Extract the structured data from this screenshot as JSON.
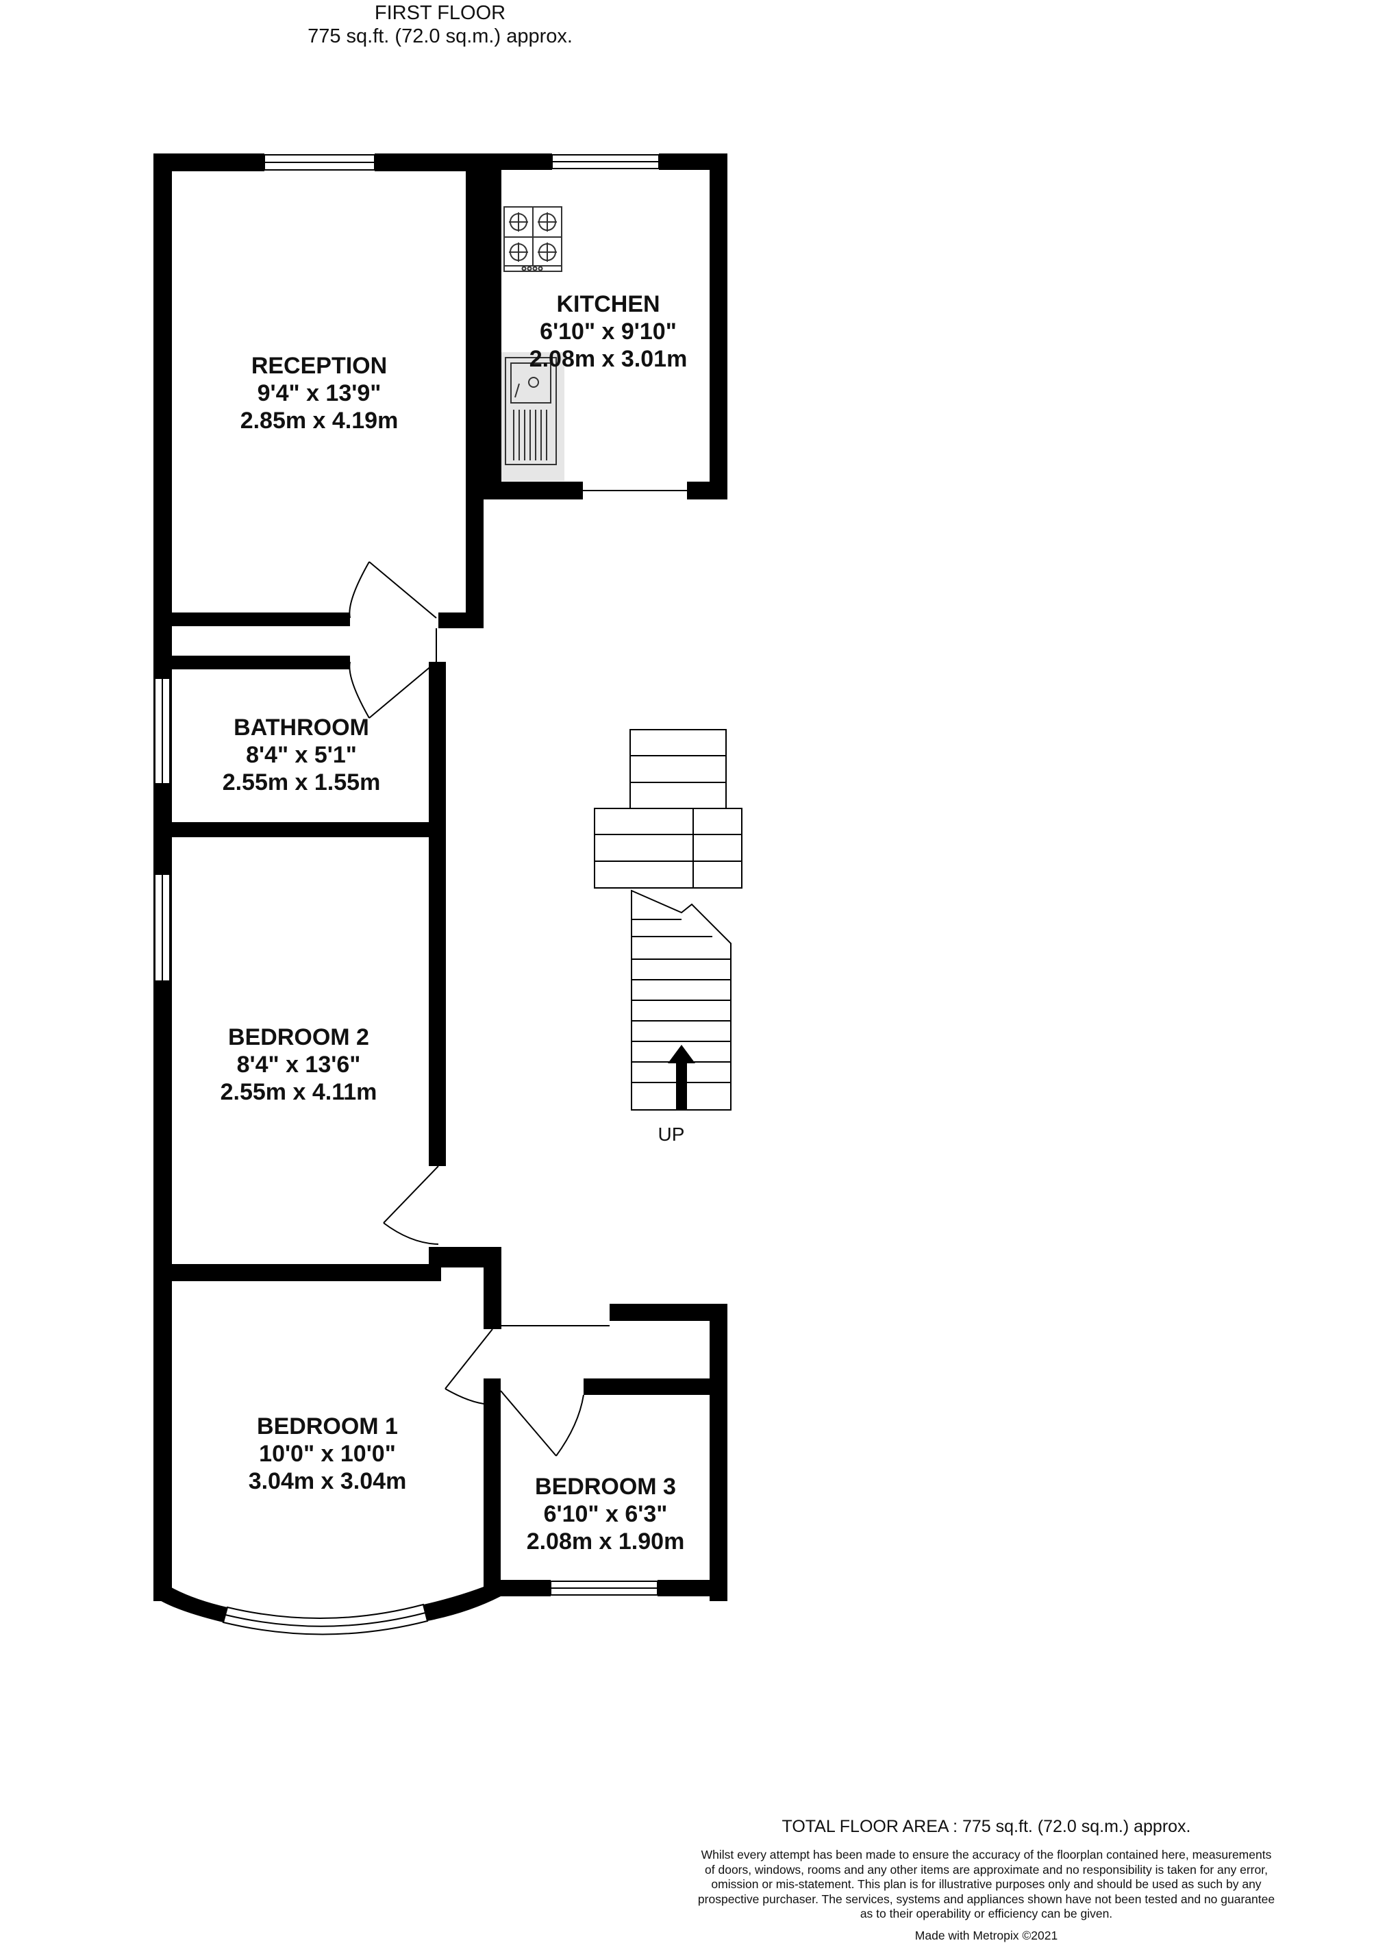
{
  "header": {
    "floor": "FIRST  FLOOR",
    "area": "775 sq.ft. (72.0 sq.m.) approx."
  },
  "rooms": {
    "reception": {
      "name": "RECEPTION",
      "imperial": "9'4\"  x 13'9\"",
      "metric": "2.85m  x 4.19m"
    },
    "kitchen": {
      "name": "KITCHEN",
      "imperial": "6'10\"  x 9'10\"",
      "metric": "2.08m  x 3.01m"
    },
    "bathroom": {
      "name": "BATHROOM",
      "imperial": "8'4\"  x 5'1\"",
      "metric": "2.55m  x 1.55m"
    },
    "bedroom2": {
      "name": "BEDROOM 2",
      "imperial": "8'4\"  x 13'6\"",
      "metric": "2.55m  x 4.11m"
    },
    "bedroom1": {
      "name": "BEDROOM 1",
      "imperial": "10'0\"  x 10'0\"",
      "metric": "3.04m  x 3.04m"
    },
    "bedroom3": {
      "name": "BEDROOM 3",
      "imperial": "6'10\"  x 6'3\"",
      "metric": "2.08m  x 1.90m"
    }
  },
  "stairs_label": "UP",
  "footer": {
    "total": "TOTAL FLOOR AREA : 775 sq.ft. (72.0 sq.m.) approx.",
    "disclaimer_lines": [
      "Whilst every attempt has been made to ensure the accuracy of the floorplan contained here, measurements",
      "of doors, windows, rooms and any other items are approximate and no responsibility is taken for any error,",
      "omission or mis-statement. This plan is for illustrative purposes only and should be used as such by any",
      "prospective purchaser. The services, systems and appliances shown have not been tested and no guarantee",
      "as to their operability or efficiency can be given."
    ],
    "made_with": "Made with Metropix ©2021"
  },
  "colors": {
    "wall": "#000000",
    "fixture": "#333333",
    "sink_bg": "#e6e6e6"
  }
}
